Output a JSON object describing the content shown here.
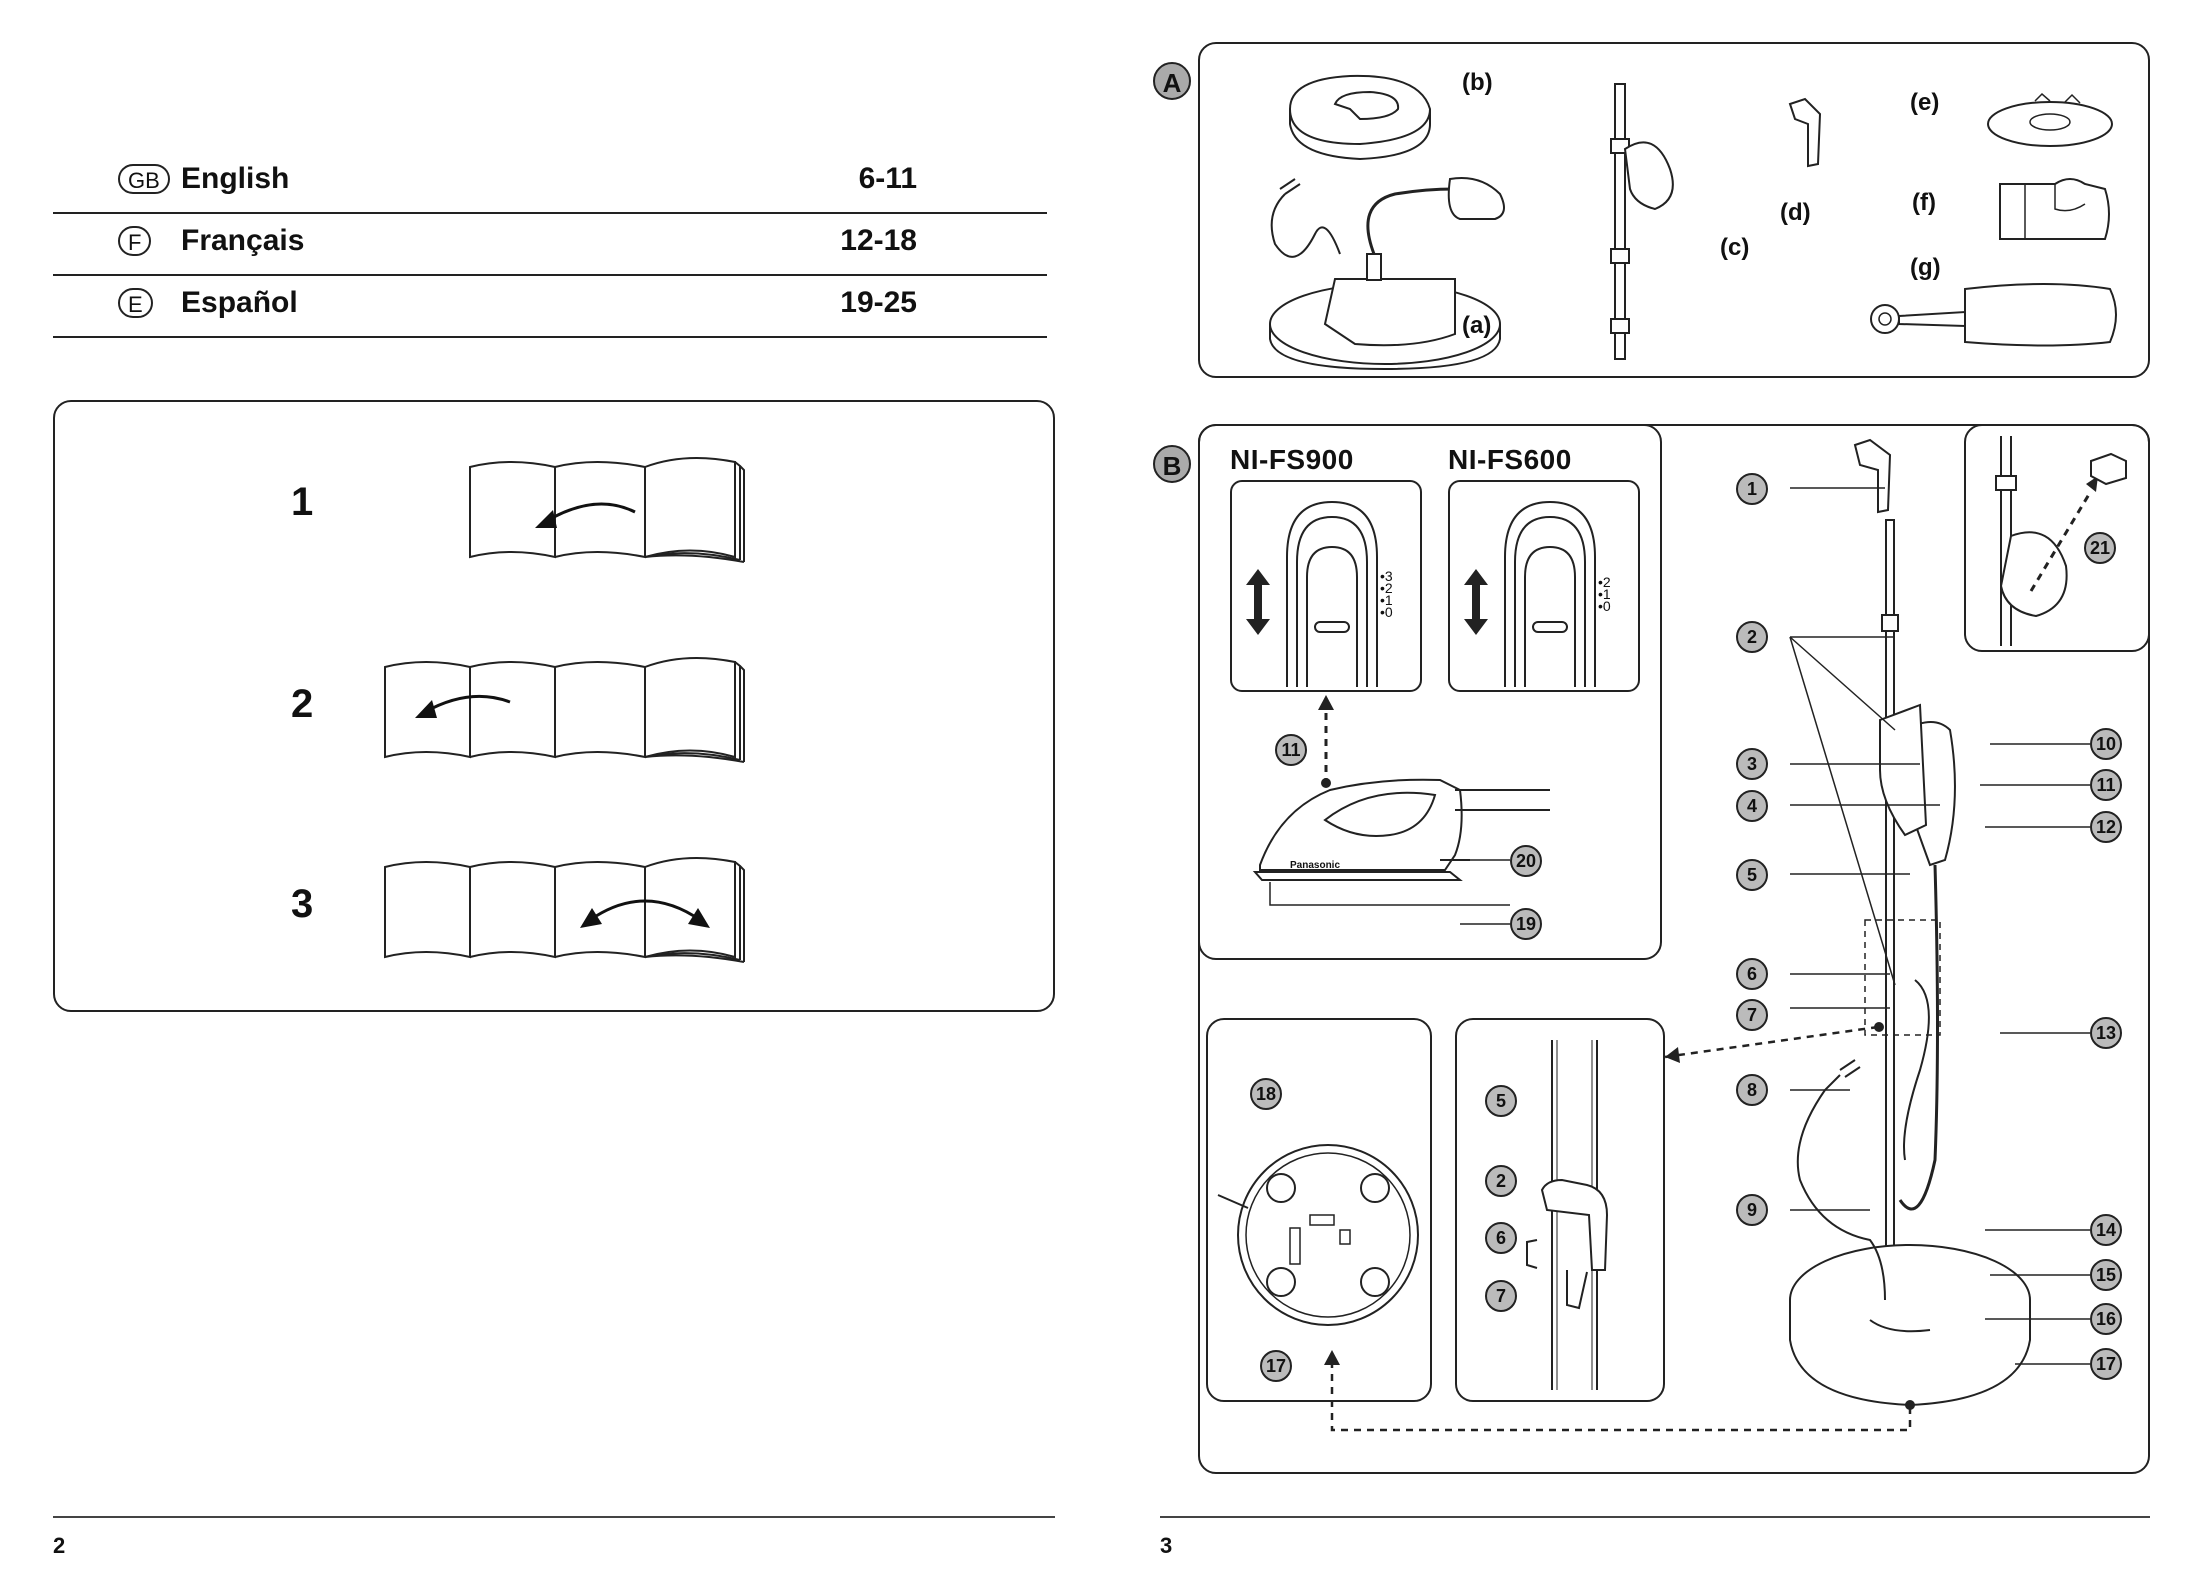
{
  "languages": [
    {
      "code": "GB",
      "name": "English",
      "pages": "6-11"
    },
    {
      "code": "F",
      "name": "Français",
      "pages": "12-18"
    },
    {
      "code": "E",
      "name": "Español",
      "pages": "19-25"
    }
  ],
  "steps": [
    "1",
    "2",
    "3"
  ],
  "section_a": {
    "label": "A",
    "parts": {
      "a": "(a)",
      "b": "(b)",
      "c": "(c)",
      "d": "(d)",
      "e": "(e)",
      "f": "(f)",
      "g": "(g)"
    }
  },
  "section_b": {
    "label": "B",
    "models": [
      {
        "name": "NI-FS900",
        "scale": [
          "3",
          "2",
          "1",
          "0"
        ]
      },
      {
        "name": "NI-FS600",
        "scale": [
          "2",
          "1",
          "0"
        ]
      }
    ],
    "brand": "Panasonic",
    "callouts": {
      "c1": "1",
      "c2": "2",
      "c3": "3",
      "c4": "4",
      "c5": "5",
      "c6": "6",
      "c7": "7",
      "c8": "8",
      "c9": "9",
      "c10": "10",
      "c11": "11",
      "c12": "12",
      "c13": "13",
      "c14": "14",
      "c15": "15",
      "c16": "16",
      "c17": "17",
      "c18": "18",
      "c19": "19",
      "c20": "20",
      "c21": "21"
    }
  },
  "page_numbers": {
    "left": "2",
    "right": "3"
  }
}
